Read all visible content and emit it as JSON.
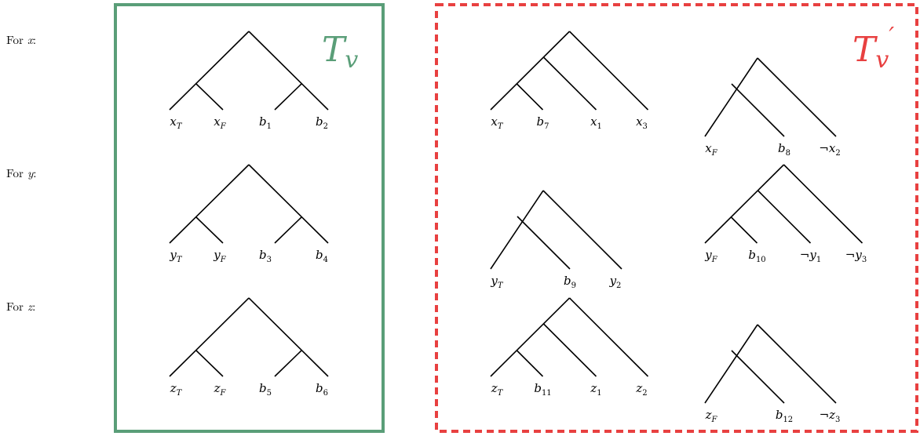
{
  "rows": [
    {
      "label_prefix": "For ",
      "var": "x",
      "label_suffix": ":"
    },
    {
      "label_prefix": "For ",
      "var": "y",
      "label_suffix": ":"
    },
    {
      "label_prefix": "For ",
      "var": "z",
      "label_suffix": ":"
    }
  ],
  "left_box": {
    "title_main": "T",
    "title_sub": "v",
    "color": "#5a9e78",
    "trees": [
      {
        "leaves": [
          {
            "b": "x",
            "s": "T"
          },
          {
            "b": "x",
            "s": "F"
          },
          {
            "b": "b",
            "s": "1"
          },
          {
            "b": "b",
            "s": "2"
          }
        ]
      },
      {
        "leaves": [
          {
            "b": "y",
            "s": "T"
          },
          {
            "b": "y",
            "s": "F"
          },
          {
            "b": "b",
            "s": "3"
          },
          {
            "b": "b",
            "s": "4"
          }
        ]
      },
      {
        "leaves": [
          {
            "b": "z",
            "s": "T"
          },
          {
            "b": "z",
            "s": "F"
          },
          {
            "b": "b",
            "s": "5"
          },
          {
            "b": "b",
            "s": "6"
          }
        ]
      }
    ]
  },
  "right_box": {
    "title_main": "T",
    "title_sub": "v",
    "title_prime": "′",
    "color": "#e84040",
    "trees": [
      {
        "leaves": [
          {
            "b": "x",
            "s": "T"
          },
          {
            "b": "b",
            "s": "7"
          },
          {
            "b": "x",
            "s": "1"
          },
          {
            "b": "x",
            "s": "3"
          }
        ]
      },
      {
        "leaves": [
          {
            "b": "x",
            "s": "F"
          },
          {
            "b": "b",
            "s": "8"
          },
          {
            "b": "¬x",
            "s": "2"
          }
        ]
      },
      {
        "leaves": [
          {
            "b": "y",
            "s": "T"
          },
          {
            "b": "b",
            "s": "9"
          },
          {
            "b": "y",
            "s": "2"
          }
        ]
      },
      {
        "leaves": [
          {
            "b": "y",
            "s": "F"
          },
          {
            "b": "b",
            "s": "10"
          },
          {
            "b": "¬y",
            "s": "1"
          },
          {
            "b": "¬y",
            "s": "3"
          }
        ]
      },
      {
        "leaves": [
          {
            "b": "z",
            "s": "T"
          },
          {
            "b": "b",
            "s": "11"
          },
          {
            "b": "z",
            "s": "1"
          },
          {
            "b": "z",
            "s": "2"
          }
        ]
      },
      {
        "leaves": [
          {
            "b": "z",
            "s": "F"
          },
          {
            "b": "b",
            "s": "12"
          },
          {
            "b": "¬z",
            "s": "3"
          }
        ]
      }
    ]
  }
}
